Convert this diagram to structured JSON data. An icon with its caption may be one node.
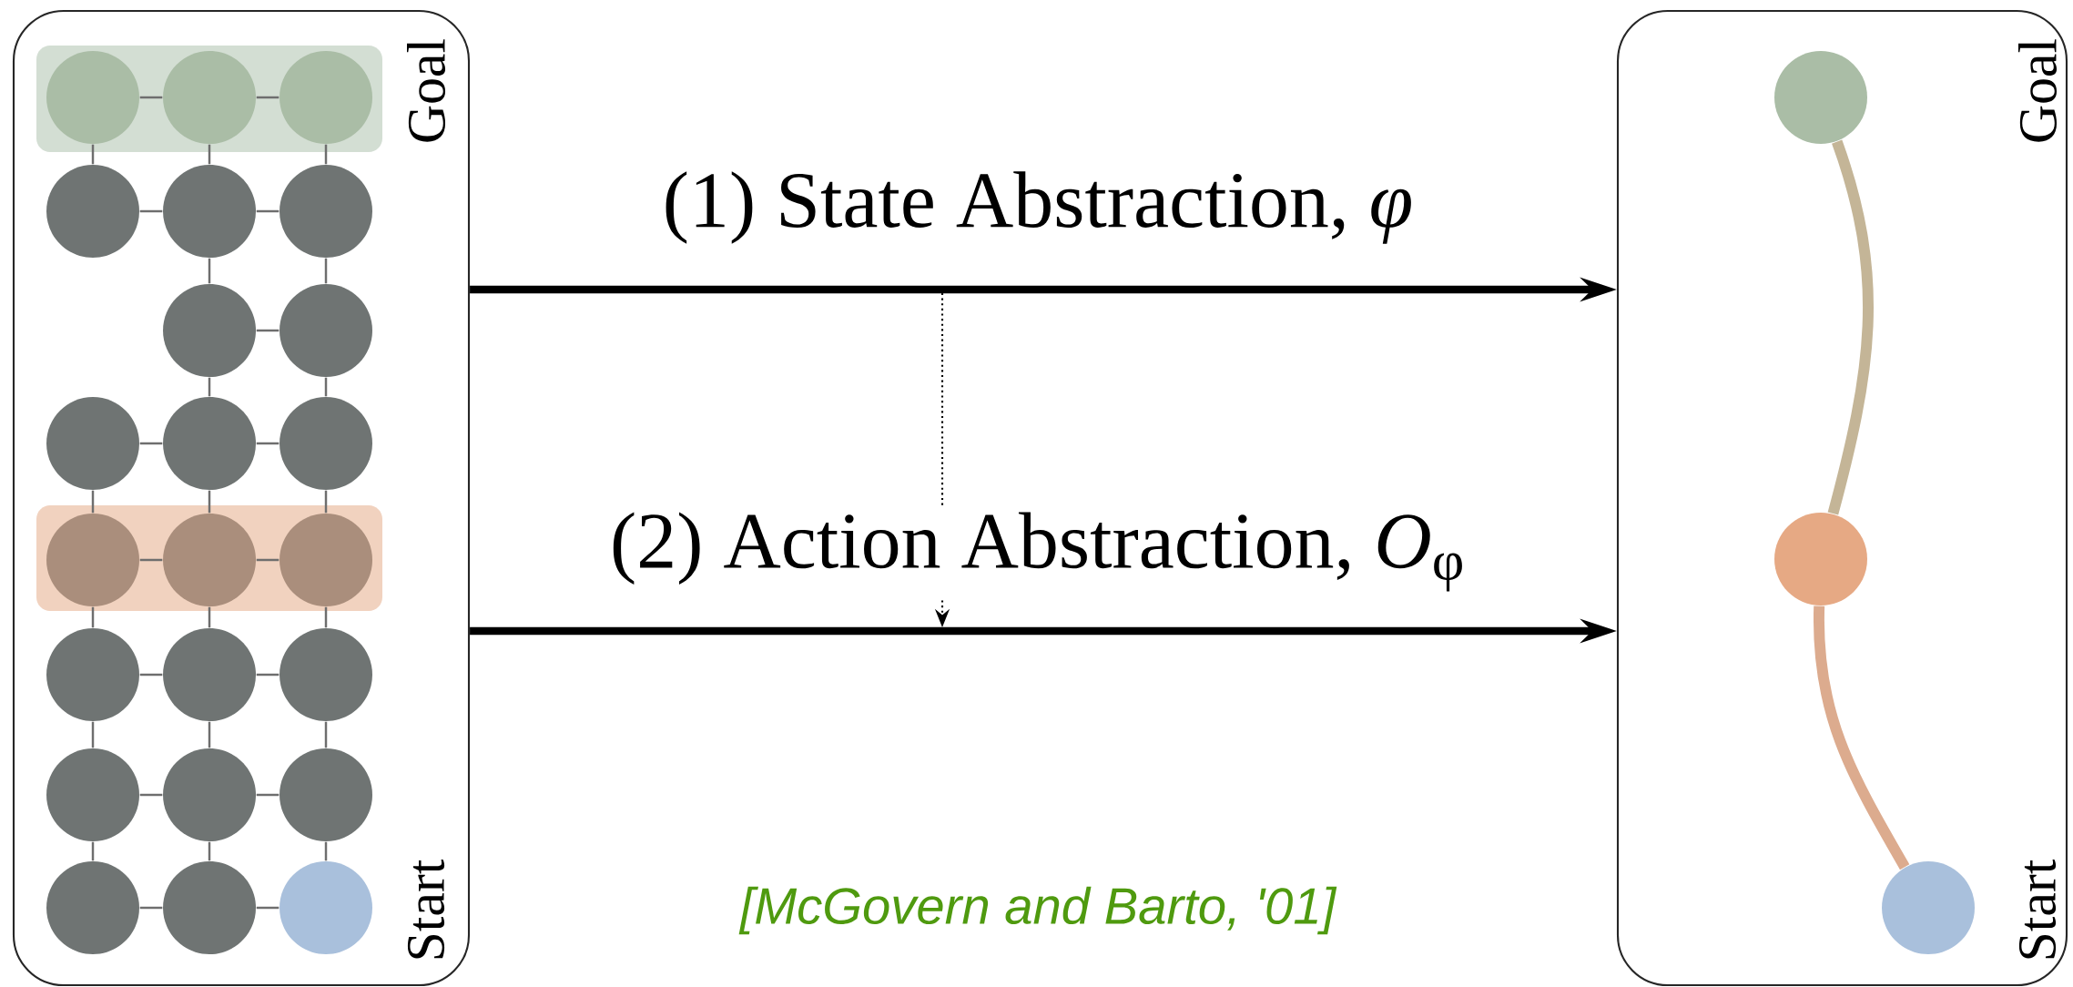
{
  "diagram": {
    "nodes": [
      {
        "text": [
          "Goal",
          "Start"
        ]
      },
      {
        "text": [],
        "shape": "circle",
        "in": 0
      },
      {
        "text": [],
        "shape": "circle",
        "in": 0
      },
      {
        "text": [],
        "shape": "circle",
        "in": 0
      },
      {
        "text": [],
        "shape": "circle",
        "in": 0
      },
      {
        "text": [],
        "shape": "circle",
        "in": 0
      },
      {
        "text": [],
        "shape": "circle",
        "in": 0
      },
      {
        "text": [],
        "shape": "circle",
        "in": 0
      },
      {
        "text": [],
        "shape": "circle",
        "in": 0
      },
      {
        "text": [],
        "shape": "circle",
        "in": 0
      },
      {
        "text": [],
        "shape": "circle",
        "in": 0
      },
      {
        "text": [],
        "shape": "circle",
        "in": 0
      },
      {
        "text": [],
        "shape": "circle",
        "in": 0
      },
      {
        "text": [],
        "shape": "circle",
        "in": 0
      },
      {
        "text": [],
        "shape": "circle",
        "in": 0
      },
      {
        "text": [],
        "shape": "circle",
        "in": 0
      },
      {
        "text": [],
        "shape": "circle",
        "in": 0
      },
      {
        "text": [],
        "shape": "circle",
        "in": 0
      },
      {
        "text": [],
        "shape": "circle",
        "in": 0
      },
      {
        "text": [],
        "shape": "circle",
        "in": 0
      },
      {
        "text": [],
        "shape": "circle",
        "in": 0
      },
      {
        "text": [],
        "shape": "circle",
        "in": 0
      },
      {
        "text": [],
        "shape": "circle",
        "in": 0
      },
      {
        "text": [],
        "shape": "circle",
        "in": 0
      },
      {
        "text": [
          "Goal",
          "Start"
        ]
      },
      {
        "text": [],
        "shape": "circle",
        "in": 24
      },
      {
        "text": [],
        "shape": "circle",
        "in": 24
      },
      {
        "text": [],
        "shape": "circle",
        "in": 24
      }
    ],
    "edges": [
      {
        "from": 1,
        "to": 2,
        "arrow": "none"
      },
      {
        "from": 2,
        "to": 3,
        "arrow": "none"
      },
      {
        "from": 4,
        "to": 5,
        "arrow": "none"
      },
      {
        "from": 5,
        "to": 6,
        "arrow": "none"
      },
      {
        "from": 7,
        "to": 8,
        "arrow": "none"
      },
      {
        "from": 9,
        "to": 10,
        "arrow": "none"
      },
      {
        "from": 10,
        "to": 11,
        "arrow": "none"
      },
      {
        "from": 12,
        "to": 13,
        "arrow": "none"
      },
      {
        "from": 13,
        "to": 14,
        "arrow": "none"
      },
      {
        "from": 15,
        "to": 16,
        "arrow": "none"
      },
      {
        "from": 16,
        "to": 17,
        "arrow": "none"
      },
      {
        "from": 18,
        "to": 19,
        "arrow": "none"
      },
      {
        "from": 19,
        "to": 20,
        "arrow": "none"
      },
      {
        "from": 21,
        "to": 22,
        "arrow": "none"
      },
      {
        "from": 22,
        "to": 23,
        "arrow": "none"
      },
      {
        "from": 1,
        "to": 4,
        "arrow": "none"
      },
      {
        "from": 9,
        "to": 12,
        "arrow": "none"
      },
      {
        "from": 12,
        "to": 15,
        "arrow": "none"
      },
      {
        "from": 15,
        "to": 18,
        "arrow": "none"
      },
      {
        "from": 18,
        "to": 21,
        "arrow": "none"
      },
      {
        "from": 2,
        "to": 5,
        "arrow": "none"
      },
      {
        "from": 5,
        "to": 7,
        "arrow": "none"
      },
      {
        "from": 7,
        "to": 10,
        "arrow": "none"
      },
      {
        "from": 10,
        "to": 13,
        "arrow": "none"
      },
      {
        "from": 13,
        "to": 16,
        "arrow": "none"
      },
      {
        "from": 16,
        "to": 19,
        "arrow": "none"
      },
      {
        "from": 19,
        "to": 22,
        "arrow": "none"
      },
      {
        "from": 3,
        "to": 6,
        "arrow": "none"
      },
      {
        "from": 6,
        "to": 8,
        "arrow": "none"
      },
      {
        "from": 8,
        "to": 11,
        "arrow": "none"
      },
      {
        "from": 11,
        "to": 14,
        "arrow": "none"
      },
      {
        "from": 14,
        "to": 17,
        "arrow": "none"
      },
      {
        "from": 17,
        "to": 20,
        "arrow": "none"
      },
      {
        "from": 20,
        "to": 23,
        "arrow": "none"
      },
      {
        "from": 0,
        "to": 24,
        "arrow": "to",
        "label": "(1) State Abstraction, *φ*",
        "style": "thick",
        "color": "#000000"
      },
      {
        "from": 0,
        "to": 24,
        "arrow": "to",
        "label": "(2) Action Abstraction, *O*$_{φ}$",
        "style": "thick",
        "color": "#000000"
      },
      {
        "from": 25,
        "to": 26,
        "arrow": "none",
        "style": "thick",
        "color": "#c4b597"
      },
      {
        "from": 26,
        "to": 27,
        "arrow": "none",
        "style": "thick",
        "color": "#dcab8e"
      }
    ],
    "labels": [
      "[McGovern and Barto, '01]"
    ]
  }
}
